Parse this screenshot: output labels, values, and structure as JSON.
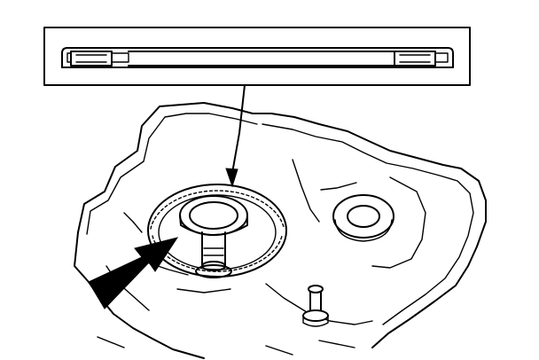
{
  "diagram": {
    "detail_inset": "bearing-component-detail",
    "callout_arrow": "callout-leader",
    "pointer_arrow": "pointer-arrow",
    "colors": {
      "ink": "#000000",
      "paper": "#ffffff"
    }
  }
}
